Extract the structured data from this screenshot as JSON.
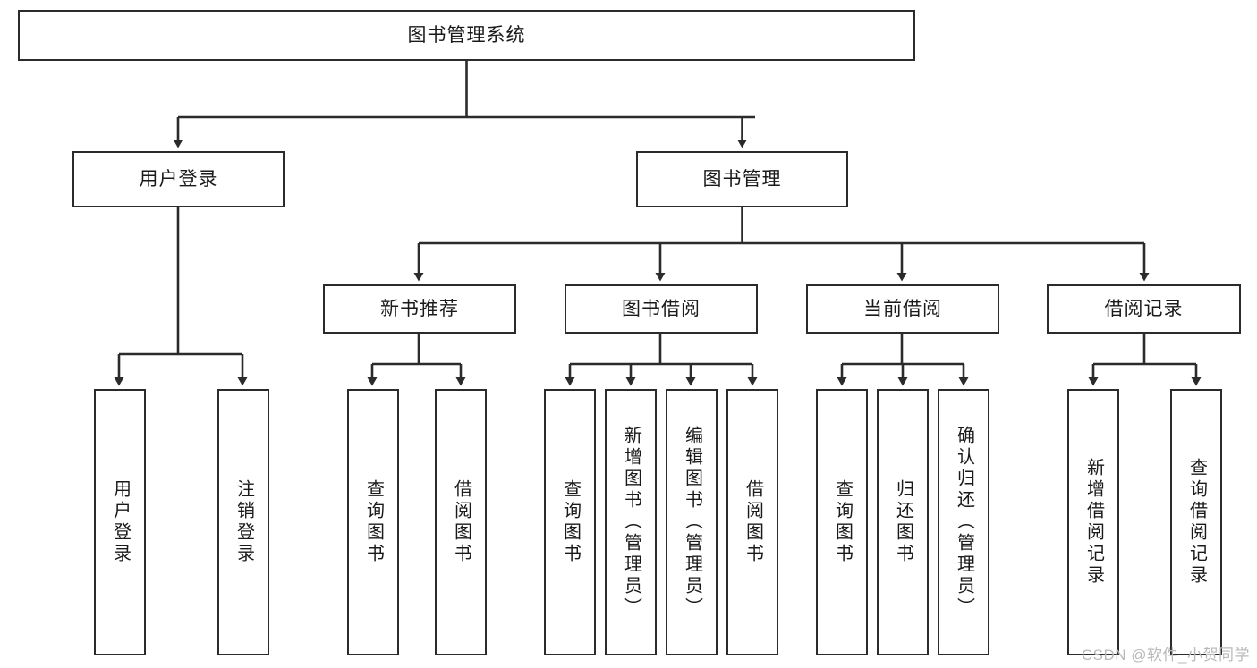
{
  "diagram": {
    "type": "tree-flowchart",
    "title": "图书管理系统",
    "direction": "top-down",
    "colors": {
      "box_border": "#2b2b2b",
      "box_fill": "#ffffff",
      "connector": "#2b2b2b",
      "background": "#ffffff",
      "watermark": "#b9b9b9"
    },
    "nodes": {
      "root": {
        "label": "图书管理系统",
        "level": 0,
        "orientation": "horizontal"
      },
      "l1": [
        {
          "id": "user_login",
          "label": "用户登录",
          "level": 1,
          "orientation": "horizontal"
        },
        {
          "id": "book_manage",
          "label": "图书管理",
          "level": 1,
          "orientation": "horizontal"
        }
      ],
      "l2": [
        {
          "id": "new_book_rec",
          "label": "新书推荐",
          "level": 2,
          "orientation": "horizontal",
          "parent": "book_manage"
        },
        {
          "id": "book_borrow",
          "label": "图书借阅",
          "level": 2,
          "orientation": "horizontal",
          "parent": "book_manage"
        },
        {
          "id": "current_borrow",
          "label": "当前借阅",
          "level": 2,
          "orientation": "horizontal",
          "parent": "book_manage"
        },
        {
          "id": "borrow_record",
          "label": "借阅记录",
          "level": 2,
          "orientation": "horizontal",
          "parent": "book_manage"
        }
      ],
      "leaves": [
        {
          "id": "leaf_user_login",
          "label": "用户登录",
          "parent": "user_login",
          "orientation": "vertical"
        },
        {
          "id": "leaf_user_logout",
          "label": "注销登录",
          "parent": "user_login",
          "orientation": "vertical"
        },
        {
          "id": "leaf_query_book_1",
          "label": "查询图书",
          "parent": "new_book_rec",
          "orientation": "vertical"
        },
        {
          "id": "leaf_borrow_book_1",
          "label": "借阅图书",
          "parent": "new_book_rec",
          "orientation": "vertical"
        },
        {
          "id": "leaf_query_book_2",
          "label": "查询图书",
          "parent": "book_borrow",
          "orientation": "vertical"
        },
        {
          "id": "leaf_add_book",
          "label": "新增图书（管理员）",
          "parent": "book_borrow",
          "orientation": "vertical"
        },
        {
          "id": "leaf_edit_book",
          "label": "编辑图书（管理员）",
          "parent": "book_borrow",
          "orientation": "vertical"
        },
        {
          "id": "leaf_borrow_book_2",
          "label": "借阅图书",
          "parent": "book_borrow",
          "orientation": "vertical"
        },
        {
          "id": "leaf_query_book_3",
          "label": "查询图书",
          "parent": "current_borrow",
          "orientation": "vertical"
        },
        {
          "id": "leaf_return_book",
          "label": "归还图书",
          "parent": "current_borrow",
          "orientation": "vertical"
        },
        {
          "id": "leaf_confirm_return",
          "label": "确认归还（管理员）",
          "parent": "current_borrow",
          "orientation": "vertical"
        },
        {
          "id": "leaf_add_record",
          "label": "新增借阅记录",
          "parent": "borrow_record",
          "orientation": "vertical"
        },
        {
          "id": "leaf_query_record",
          "label": "查询借阅记录",
          "parent": "borrow_record",
          "orientation": "vertical"
        }
      ]
    },
    "watermark": "CSDN @软件_小贺同学"
  }
}
